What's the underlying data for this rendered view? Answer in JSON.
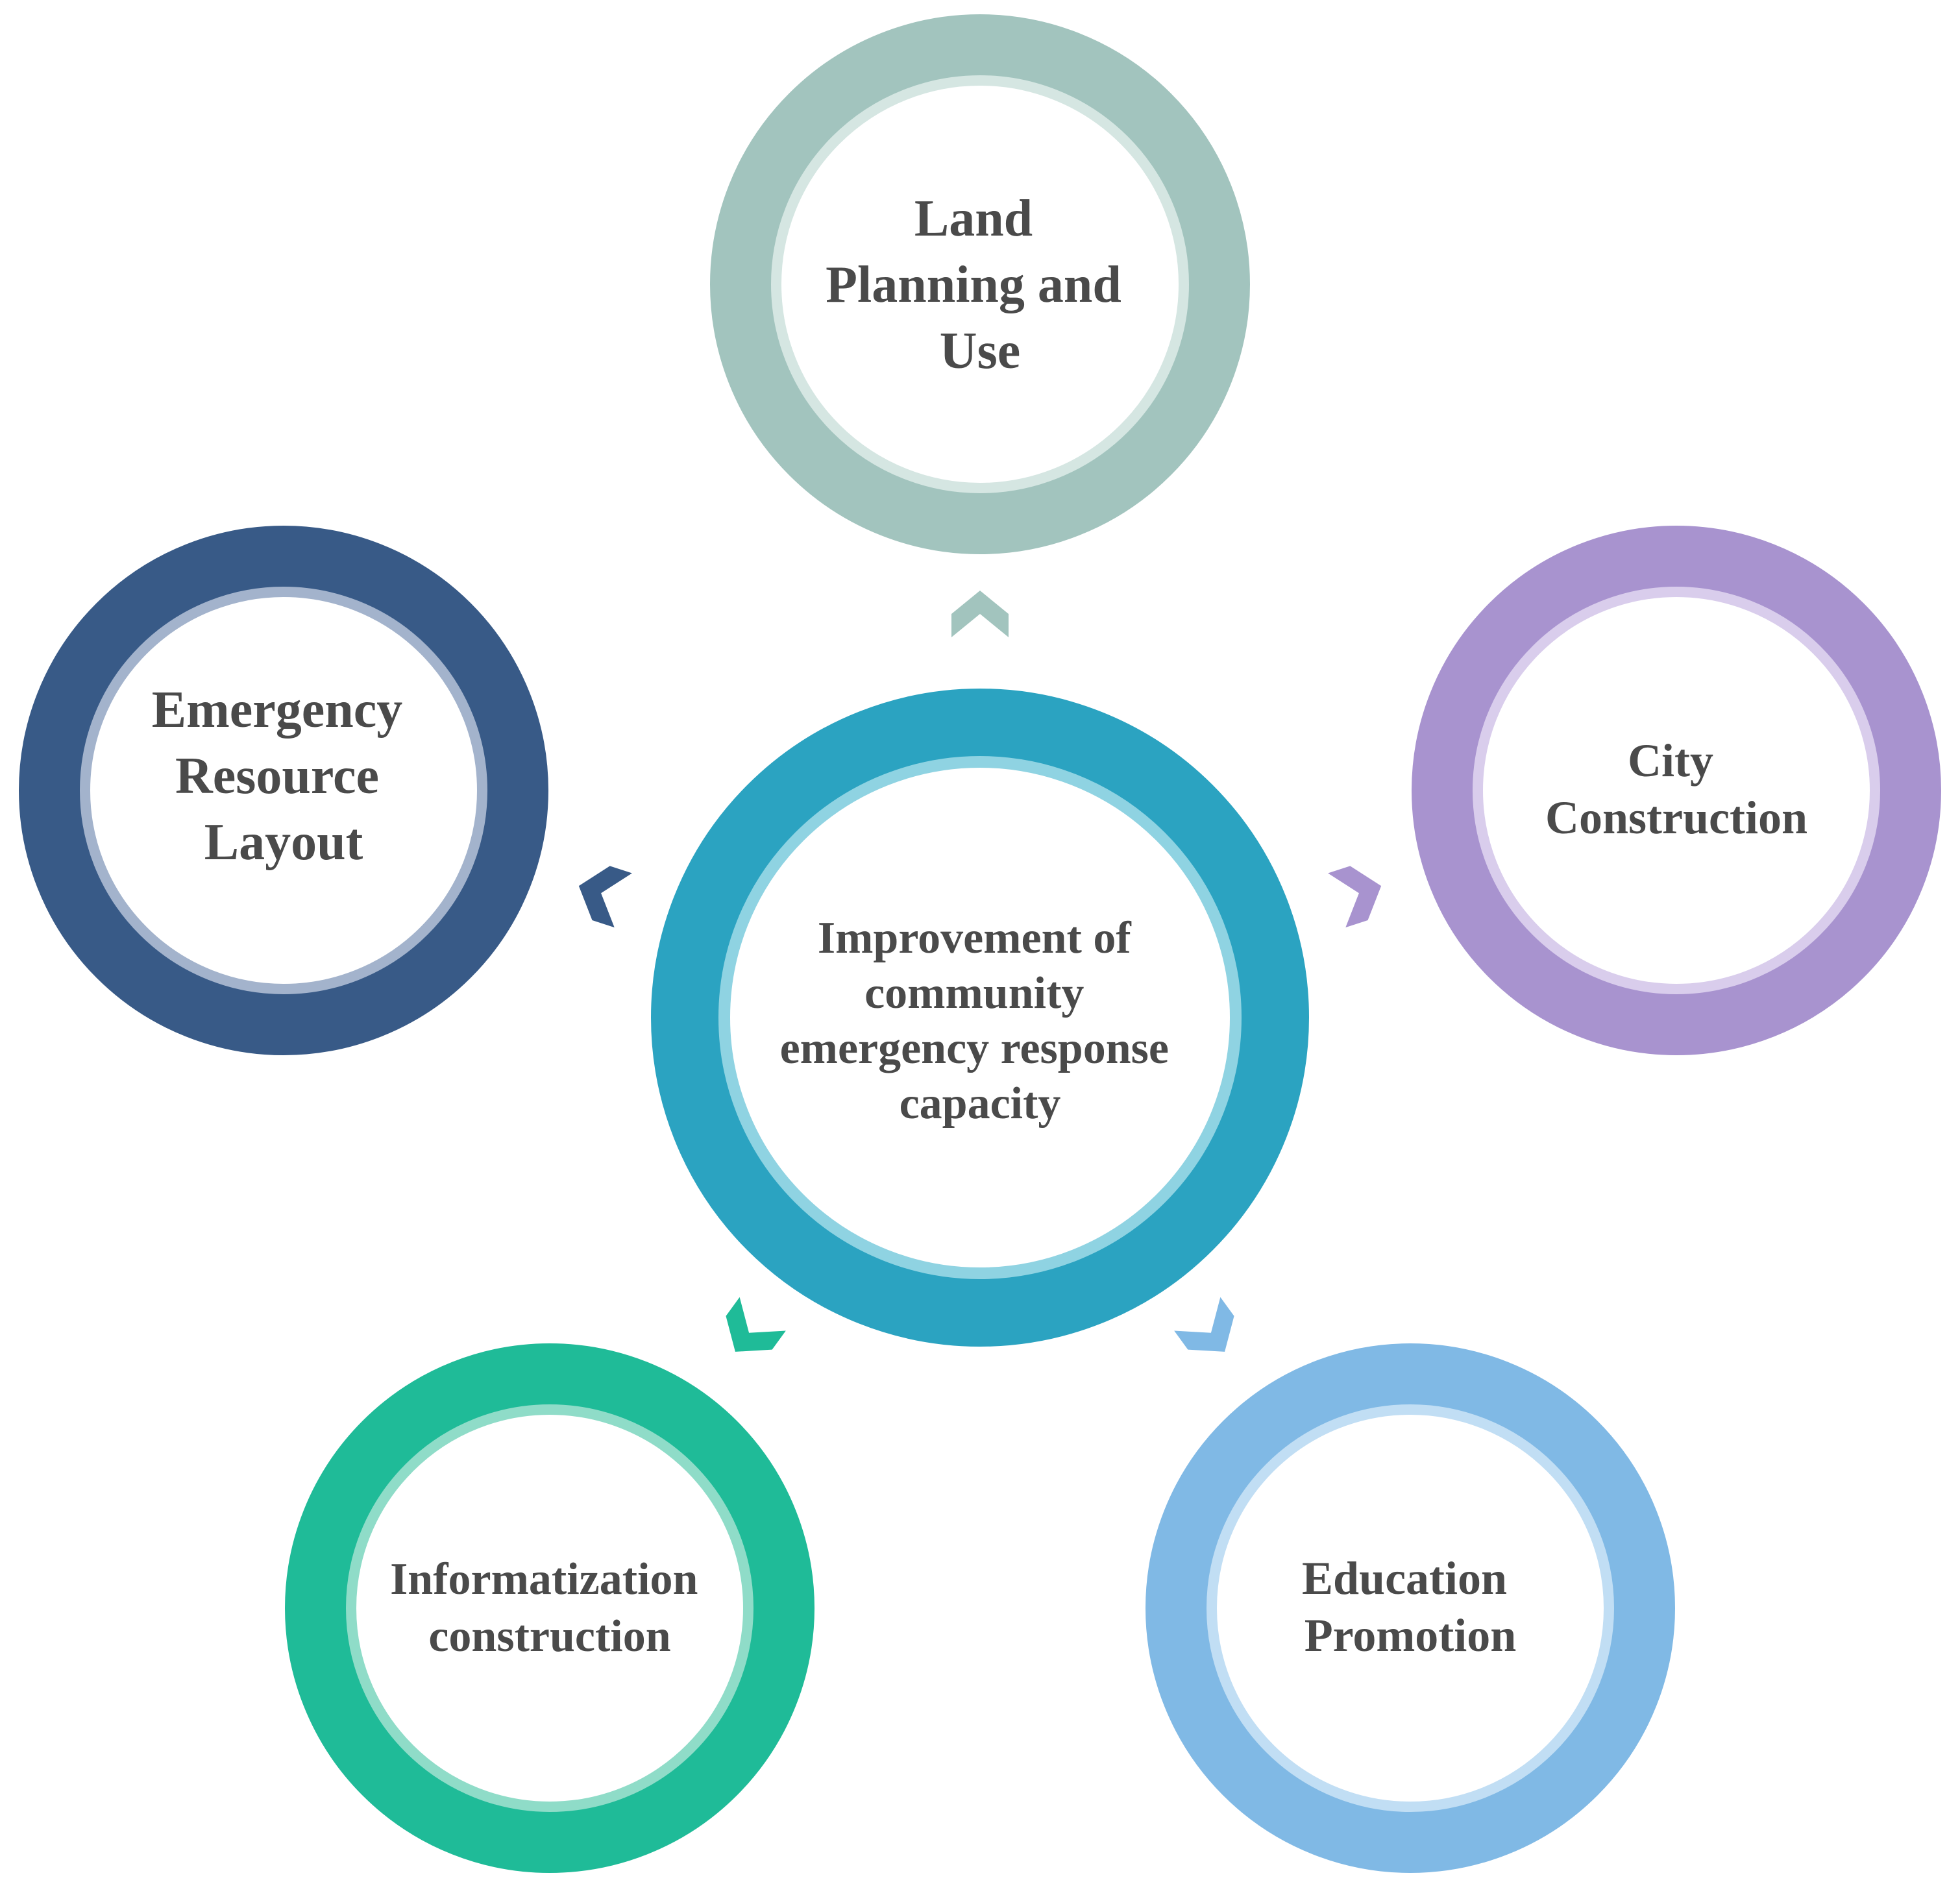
{
  "center": {
    "lines": [
      "Improvement of",
      "community",
      "emergency response",
      "capacity"
    ],
    "color": "#2ba3c1",
    "inner_color": "#8fd3e2"
  },
  "nodes": [
    {
      "id": "land-planning",
      "lines": [
        "Land",
        "Planning and",
        "Use"
      ],
      "color": "#a2c4be",
      "inner_color": "#d5e6e2"
    },
    {
      "id": "city-construction",
      "lines": [
        "City",
        "Construction"
      ],
      "color": "#a893cf",
      "inner_color": "#d9cdec"
    },
    {
      "id": "education-promotion",
      "lines": [
        "Education",
        "Promotion"
      ],
      "color": "#80b9e5",
      "inner_color": "#c1def4"
    },
    {
      "id": "informatization-construction",
      "lines": [
        "Informatization",
        "construction"
      ],
      "color": "#1fbb98",
      "inner_color": "#8fdcc8"
    },
    {
      "id": "emergency-resource-layout",
      "lines": [
        "Emergency",
        "Resource",
        "Layout"
      ],
      "color": "#385a87",
      "inner_color": "#a3b3cc"
    }
  ]
}
